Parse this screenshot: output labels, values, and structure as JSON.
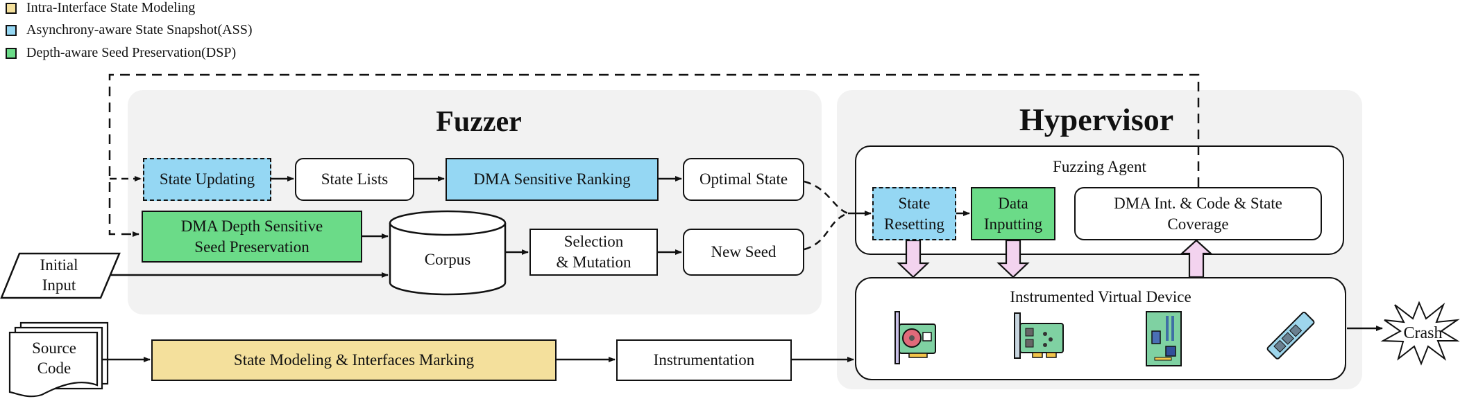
{
  "legend": [
    {
      "label": "Intra-Interface State Modeling",
      "color": "#f4e09c"
    },
    {
      "label": "Asynchrony-aware State Snapshot(ASS)",
      "color": "#95d7f3"
    },
    {
      "label": "Depth-aware Seed Preservation(DSP)",
      "color": "#6bdb88"
    }
  ],
  "fuzzer": {
    "title": "Fuzzer",
    "state_updating": "State Updating",
    "state_lists": "State Lists",
    "dma_sensitive_ranking": "DMA Sensitive Ranking",
    "optimal_state": "Optimal State",
    "dma_depth_line1": "DMA Depth Sensitive",
    "dma_depth_line2": "Seed Preservation",
    "corpus": "Corpus",
    "selection_line1": "Selection",
    "selection_line2": "& Mutation",
    "new_seed": "New Seed"
  },
  "initial_input": {
    "line1": "Initial",
    "line2": "Input"
  },
  "hypervisor": {
    "title": "Hypervisor",
    "fuzzing_agent": "Fuzzing Agent",
    "state_resetting_line1": "State",
    "state_resetting_line2": "Resetting",
    "data_inputting_line1": "Data",
    "data_inputting_line2": "Inputting",
    "coverage_line1": "DMA Int. & Code & State",
    "coverage_line2": "Coverage",
    "virtual_device": "Instrumented Virtual Device",
    "devices": [
      "graphics-card-icon",
      "network-card-icon",
      "motherboard-icon",
      "ssd-icon"
    ]
  },
  "pipeline": {
    "source_code_line1": "Source",
    "source_code_line2": "Code",
    "state_modeling": "State Modeling & Interfaces Marking",
    "instrumentation": "Instrumentation",
    "crash": "Crash"
  },
  "colors": {
    "panel_bg": "#f2f2f2",
    "blue": "#95d7f3",
    "green": "#6bdb88",
    "yellow": "#f4e09c",
    "pink_arrow": "#f3d3ef"
  }
}
